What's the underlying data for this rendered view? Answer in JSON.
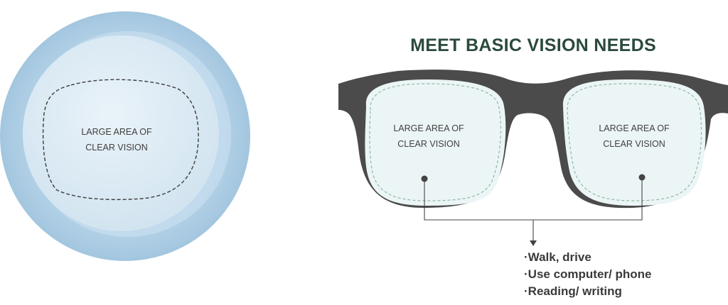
{
  "heading": "MEET BASIC VISION NEEDS",
  "lens_label": {
    "line1": "LARGE AREA OF",
    "line2": "CLEAR VISION"
  },
  "left_lens_label": {
    "line1": "LARGE AREA OF",
    "line2": "CLEAR VISION"
  },
  "right_lens_label": {
    "line1": "LARGE AREA OF",
    "line2": "CLEAR VISION"
  },
  "uses": [
    "·Walk, drive",
    "·Use computer/ phone",
    "·Reading/ writing"
  ],
  "colors": {
    "lens_outer": "#a9cbe2",
    "lens_inner": "#dceaf3",
    "frame": "#4a4a4a",
    "heading": "#2b4a3c"
  }
}
